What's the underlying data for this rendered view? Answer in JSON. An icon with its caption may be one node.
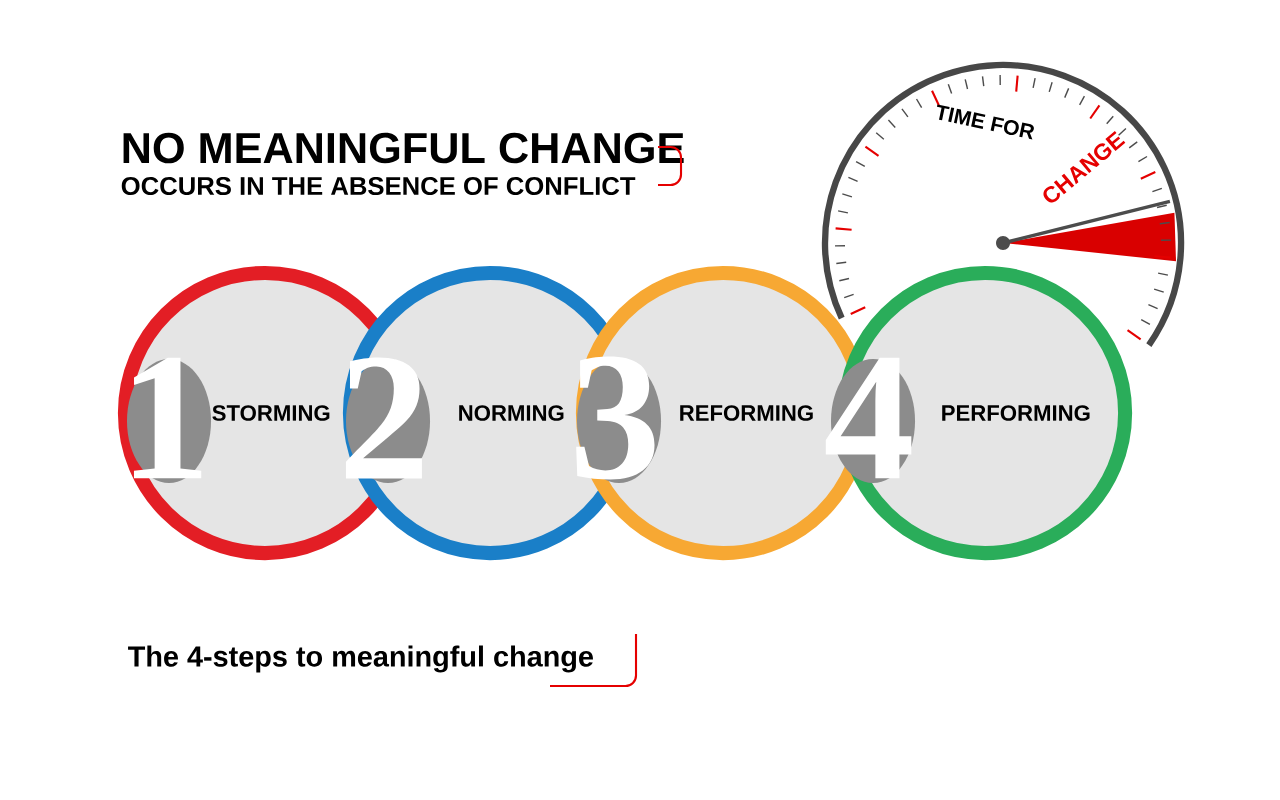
{
  "diagram": {
    "title": "NO MEANINGFUL CHANGE",
    "caption": "The 4-steps to meaningful change",
    "nodes": [
      {
        "text": [
          "1",
          "STORMING"
        ]
      },
      {
        "text": [
          "2",
          "NORMING"
        ]
      },
      {
        "text": [
          "3",
          "REFORMING"
        ]
      },
      {
        "text": [
          "4",
          "PERFORMING"
        ]
      }
    ],
    "labels": [
      "OCCURS IN THE ABSENCE OF CONFLICT",
      "TIME FOR",
      "CHANGE"
    ]
  }
}
